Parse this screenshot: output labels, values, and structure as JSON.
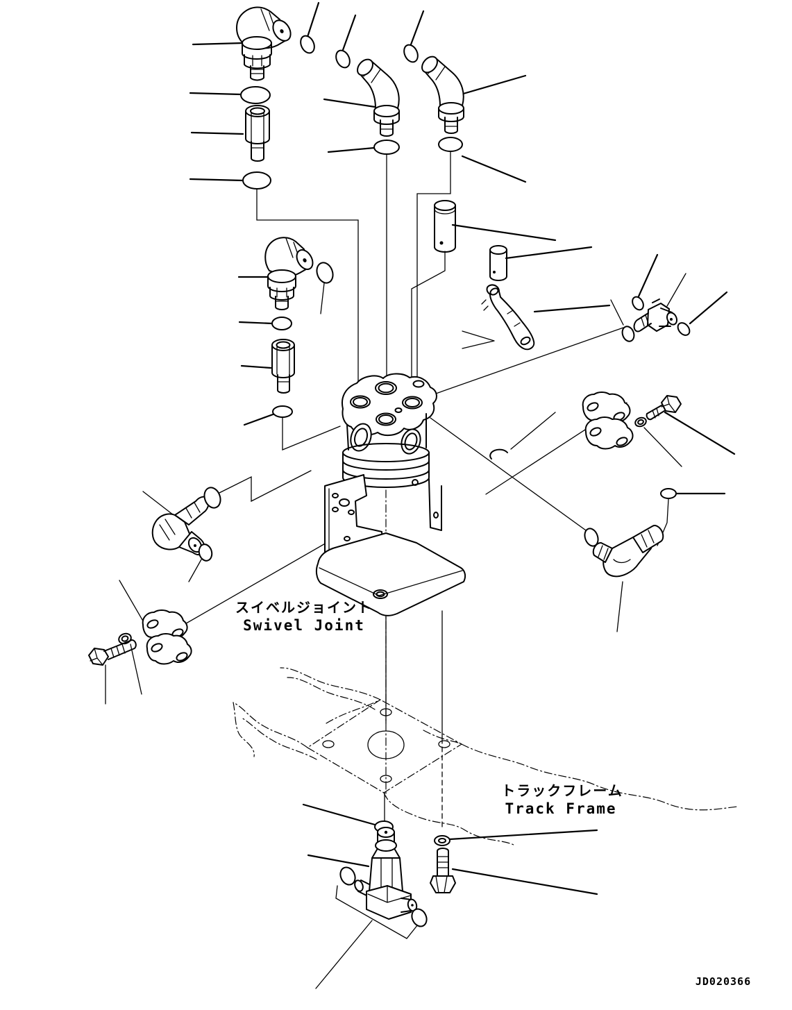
{
  "diagram": {
    "labels": {
      "swivel_joint": {
        "jp": "スイベルジョイント",
        "en": "Swivel Joint"
      },
      "track_frame": {
        "jp": "トラックフレーム",
        "en": "Track Frame"
      }
    },
    "title_block": {
      "drawing_number": "JD020366"
    },
    "colors": {
      "line": "#000000",
      "background": "#ffffff"
    }
  }
}
